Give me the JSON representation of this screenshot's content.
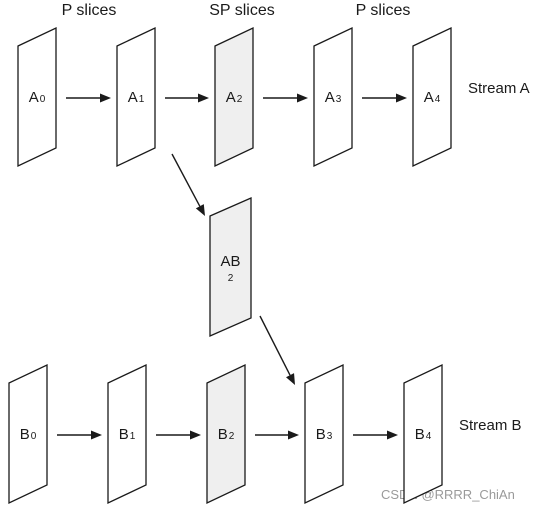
{
  "headers": {
    "col1": "P slices",
    "col2": "SP slices",
    "col3": "P slices"
  },
  "stream_a": {
    "label": "Stream A",
    "frames": [
      {
        "letter": "A",
        "sub": "0",
        "shaded": false
      },
      {
        "letter": "A",
        "sub": "1",
        "shaded": false
      },
      {
        "letter": "A",
        "sub": "2",
        "shaded": true
      },
      {
        "letter": "A",
        "sub": "3",
        "shaded": false
      },
      {
        "letter": "A",
        "sub": "4",
        "shaded": false
      }
    ]
  },
  "switch_frame": {
    "letter": "AB",
    "sub": "2",
    "shaded": true
  },
  "stream_b": {
    "label": "Stream B",
    "frames": [
      {
        "letter": "B",
        "sub": "0",
        "shaded": false
      },
      {
        "letter": "B",
        "sub": "1",
        "shaded": false
      },
      {
        "letter": "B",
        "sub": "2",
        "shaded": true
      },
      {
        "letter": "B",
        "sub": "3",
        "shaded": false
      },
      {
        "letter": "B",
        "sub": "4",
        "shaded": false
      }
    ]
  },
  "watermark": "CSDN @RRRR_ChiAn",
  "colors": {
    "line": "#1a1a1a",
    "shaded_fill": "#efefef",
    "plain_fill": "#ffffff",
    "watermark": "#9a9a9a"
  }
}
